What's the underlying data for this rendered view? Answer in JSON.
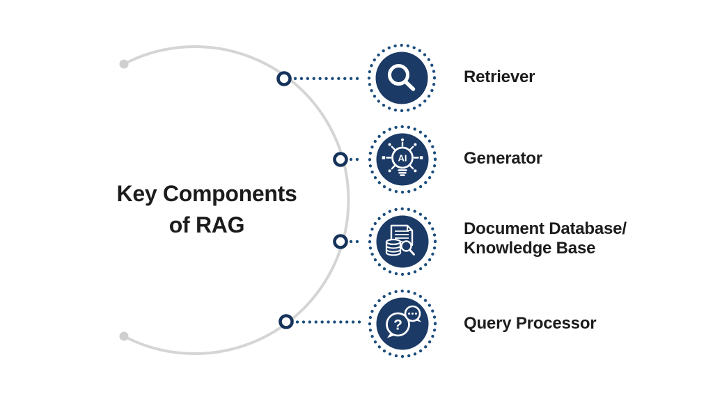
{
  "title": "Key Components\nof RAG",
  "items": [
    {
      "label": "Retriever",
      "icon": "search-icon"
    },
    {
      "label": "Generator",
      "icon": "ai-bulb-icon",
      "icon_text": "AI"
    },
    {
      "label": "Document Database/\nKnowledge Base",
      "icon": "document-database-icon"
    },
    {
      "label": "Query Processor",
      "icon": "chat-question-icon",
      "icon_text": "?"
    }
  ],
  "colors": {
    "navy_fill": "#1B3A66",
    "node_ring_navy": "#15325A",
    "dot_blue": "#1C4E7E",
    "arc_gray": "#D5D5D5",
    "text": "#1C1C1C",
    "background": "#FFFFFF",
    "icon_stroke": "#FFFFFF"
  }
}
